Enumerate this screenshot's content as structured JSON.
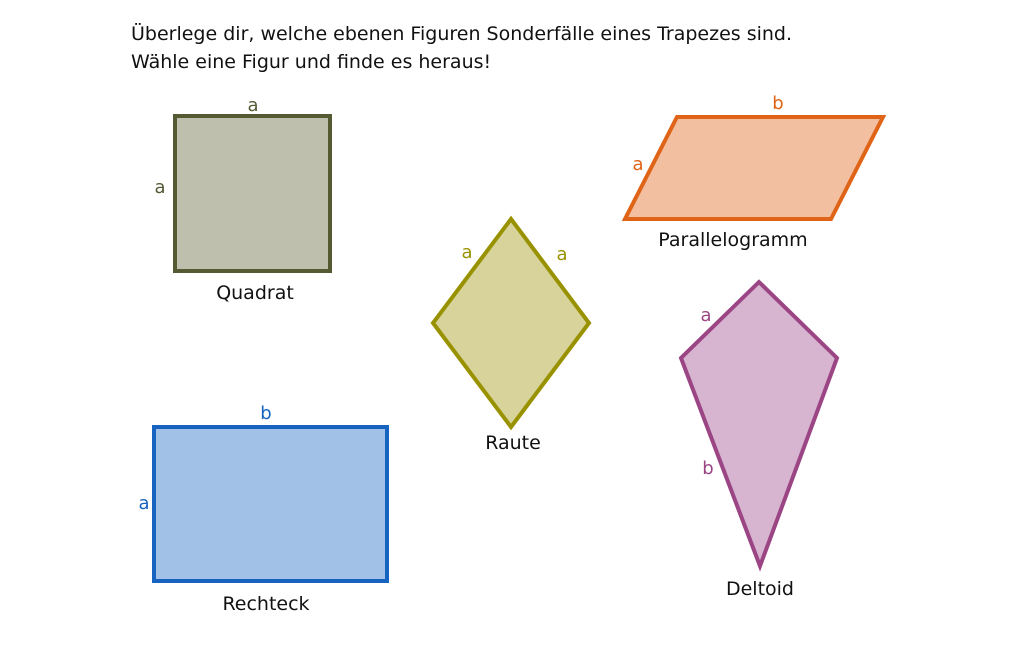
{
  "instructions": {
    "line1": "Überlege dir, welche ebenen Figuren Sonderfälle eines Trapezes sind.",
    "line2": "Wähle eine Figur und finde es heraus!"
  },
  "colors": {
    "quadrat_stroke": "#555a33",
    "quadrat_fill": "#bebfad",
    "parallelogramm_stroke": "#e06418",
    "parallelogramm_fill": "#f2c0a0",
    "raute_stroke": "#999200",
    "raute_fill": "#d7d39a",
    "deltoid_stroke": "#9b4585",
    "deltoid_fill": "#d7b4cf",
    "rechteck_stroke": "#1763c0",
    "rechteck_fill": "#a1c1e7"
  },
  "shapes": {
    "quadrat": {
      "name": "Quadrat",
      "side_top": "a",
      "side_left": "a"
    },
    "parallelogramm": {
      "name": "Parallelogramm",
      "side_top": "b",
      "side_left": "a"
    },
    "raute": {
      "name": "Raute",
      "side_left": "a",
      "side_right": "a"
    },
    "deltoid": {
      "name": "Deltoid",
      "side_upper": "a",
      "side_lower": "b"
    },
    "rechteck": {
      "name": "Rechteck",
      "side_top": "b",
      "side_left": "a"
    }
  }
}
